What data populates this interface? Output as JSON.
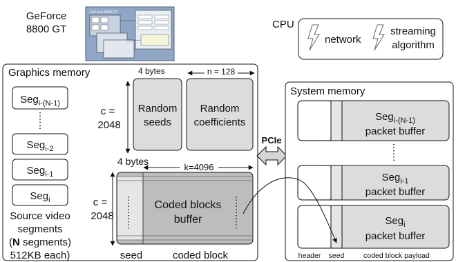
{
  "gpu": {
    "line1": "GeForce",
    "line2": "8800 GT",
    "chip_caption": "GeForce 8800 GT"
  },
  "cpu": {
    "label": "CPU",
    "network": "network",
    "streaming1": "streaming",
    "streaming2": "algorithm"
  },
  "graphics_memory": {
    "title": "Graphics memory",
    "segments": [
      {
        "base": "Seg",
        "sub": "i-(N-1)"
      },
      {
        "base": "Seg",
        "sub": "i-2"
      },
      {
        "base": "Seg",
        "sub": "i-1"
      },
      {
        "base": "Seg",
        "sub": "i"
      }
    ],
    "source_caption": [
      "Source video",
      "segments"
    ],
    "n_segments": {
      "bold": "N",
      "rest": " segments)",
      "paren": "("
    },
    "size_each": "512KB each)",
    "top_bytes": "4 bytes",
    "n_label": "n = 128",
    "c_top": [
      "c =",
      "2048"
    ],
    "random_seeds": [
      "Random",
      "seeds"
    ],
    "random_coeffs": [
      "Random",
      "coefficients"
    ],
    "bottom_bytes": "4 bytes",
    "k_label": "k=4096",
    "c_bottom": [
      "c =",
      "2048"
    ],
    "coded_buffer": [
      "Coded blocks",
      "buffer"
    ],
    "seed_label": "seed",
    "coded_block_label": "coded block"
  },
  "pcie": "PCIe",
  "system_memory": {
    "title": "System memory",
    "buffers": [
      {
        "base": "Seg",
        "sub": "i-(N-1)",
        "line2": "packet buffer"
      },
      {
        "base": "Seg",
        "sub": "i-1",
        "line2": "packet buffer"
      },
      {
        "base": "Seg",
        "sub": "i",
        "line2": "packet buffer"
      }
    ],
    "footer": {
      "header": "header",
      "seed": "seed",
      "payload": "coded block payload"
    }
  },
  "colors": {
    "panel_fill": "#dcdcdc",
    "panel_dark": "#bdbdbd",
    "arrow_fill": "#d4d4d4",
    "chip_bg": "#8fa6c4"
  }
}
